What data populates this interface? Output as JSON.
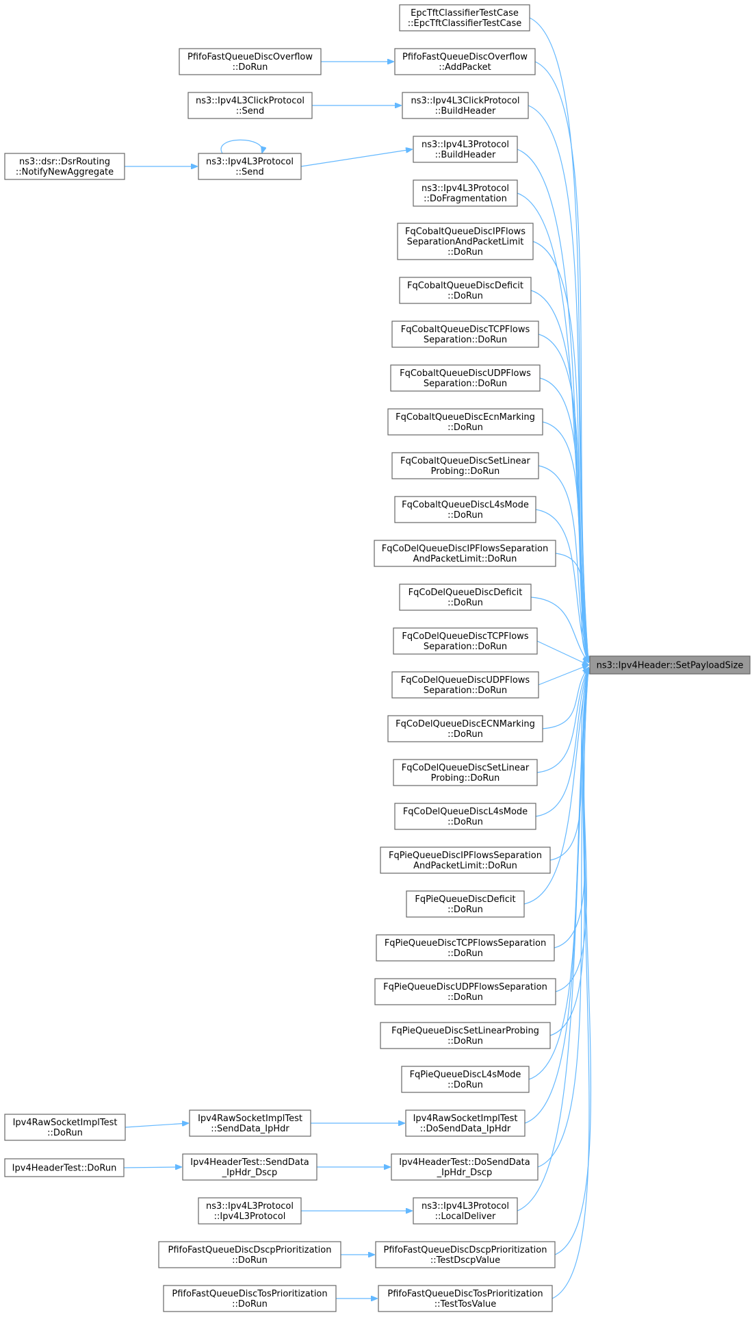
{
  "target": {
    "id": "target",
    "lines": [
      "ns3::Ipv4Header::SetPayloadSize"
    ]
  },
  "nodes": [
    {
      "id": "epc",
      "lines": [
        "EpcTftClassifierTestCase",
        "::EpcTftClassifierTestCase"
      ]
    },
    {
      "id": "pfovf_add",
      "lines": [
        "PfifoFastQueueDiscOverflow",
        "::AddPacket"
      ]
    },
    {
      "id": "pfovf_run",
      "lines": [
        "PfifoFastQueueDiscOverflow",
        "::DoRun"
      ]
    },
    {
      "id": "click_bh",
      "lines": [
        "ns3::Ipv4L3ClickProtocol",
        "::BuildHeader"
      ]
    },
    {
      "id": "click_send",
      "lines": [
        "ns3::Ipv4L3ClickProtocol",
        "::Send"
      ]
    },
    {
      "id": "l3_bh",
      "lines": [
        "ns3::Ipv4L3Protocol",
        "::BuildHeader"
      ]
    },
    {
      "id": "l3_send",
      "lines": [
        "ns3::Ipv4L3Protocol",
        "::Send"
      ]
    },
    {
      "id": "dsr",
      "lines": [
        "ns3::dsr::DsrRouting",
        "::NotifyNewAggregate"
      ]
    },
    {
      "id": "l3_frag",
      "lines": [
        "ns3::Ipv4L3Protocol",
        "::DoFragmentation"
      ]
    },
    {
      "id": "fqc_ipflows",
      "lines": [
        "FqCobaltQueueDiscIPFlows",
        "SeparationAndPacketLimit",
        "::DoRun"
      ]
    },
    {
      "id": "fqc_deficit",
      "lines": [
        "FqCobaltQueueDiscDeficit",
        "::DoRun"
      ]
    },
    {
      "id": "fqc_tcp",
      "lines": [
        "FqCobaltQueueDiscTCPFlows",
        "Separation::DoRun"
      ]
    },
    {
      "id": "fqc_udp",
      "lines": [
        "FqCobaltQueueDiscUDPFlows",
        "Separation::DoRun"
      ]
    },
    {
      "id": "fqc_ecn",
      "lines": [
        "FqCobaltQueueDiscEcnMarking",
        "::DoRun"
      ]
    },
    {
      "id": "fqc_linear",
      "lines": [
        "FqCobaltQueueDiscSetLinear",
        "Probing::DoRun"
      ]
    },
    {
      "id": "fqc_l4s",
      "lines": [
        "FqCobaltQueueDiscL4sMode",
        "::DoRun"
      ]
    },
    {
      "id": "fqd_ipflows",
      "lines": [
        "FqCoDelQueueDiscIPFlowsSeparation",
        "AndPacketLimit::DoRun"
      ]
    },
    {
      "id": "fqd_deficit",
      "lines": [
        "FqCoDelQueueDiscDeficit",
        "::DoRun"
      ]
    },
    {
      "id": "fqd_tcp",
      "lines": [
        "FqCoDelQueueDiscTCPFlows",
        "Separation::DoRun"
      ]
    },
    {
      "id": "fqd_udp",
      "lines": [
        "FqCoDelQueueDiscUDPFlows",
        "Separation::DoRun"
      ]
    },
    {
      "id": "fqd_ecn",
      "lines": [
        "FqCoDelQueueDiscECNMarking",
        "::DoRun"
      ]
    },
    {
      "id": "fqd_linear",
      "lines": [
        "FqCoDelQueueDiscSetLinear",
        "Probing::DoRun"
      ]
    },
    {
      "id": "fqd_l4s",
      "lines": [
        "FqCoDelQueueDiscL4sMode",
        "::DoRun"
      ]
    },
    {
      "id": "fqp_ipflows",
      "lines": [
        "FqPieQueueDiscIPFlowsSeparation",
        "AndPacketLimit::DoRun"
      ]
    },
    {
      "id": "fqp_deficit",
      "lines": [
        "FqPieQueueDiscDeficit",
        "::DoRun"
      ]
    },
    {
      "id": "fqp_tcp",
      "lines": [
        "FqPieQueueDiscTCPFlowsSeparation",
        "::DoRun"
      ]
    },
    {
      "id": "fqp_udp",
      "lines": [
        "FqPieQueueDiscUDPFlowsSeparation",
        "::DoRun"
      ]
    },
    {
      "id": "fqp_linear",
      "lines": [
        "FqPieQueueDiscSetLinearProbing",
        "::DoRun"
      ]
    },
    {
      "id": "fqp_l4s",
      "lines": [
        "FqPieQueueDiscL4sMode",
        "::DoRun"
      ]
    },
    {
      "id": "raw_dosend",
      "lines": [
        "Ipv4RawSocketImplTest",
        "::DoSendData_IpHdr"
      ]
    },
    {
      "id": "raw_send",
      "lines": [
        "Ipv4RawSocketImplTest",
        "::SendData_IpHdr"
      ]
    },
    {
      "id": "raw_run",
      "lines": [
        "Ipv4RawSocketImplTest",
        "::DoRun"
      ]
    },
    {
      "id": "hdr_dosend",
      "lines": [
        "Ipv4HeaderTest::DoSendData",
        "_IpHdr_Dscp"
      ]
    },
    {
      "id": "hdr_send",
      "lines": [
        "Ipv4HeaderTest::SendData",
        "_IpHdr_Dscp"
      ]
    },
    {
      "id": "hdr_run",
      "lines": [
        "Ipv4HeaderTest::DoRun"
      ]
    },
    {
      "id": "l3_local",
      "lines": [
        "ns3::Ipv4L3Protocol",
        "::LocalDeliver"
      ]
    },
    {
      "id": "l3_ctor",
      "lines": [
        "ns3::Ipv4L3Protocol",
        "::Ipv4L3Protocol"
      ]
    },
    {
      "id": "dscp_test",
      "lines": [
        "PfifoFastQueueDiscDscpPrioritization",
        "::TestDscpValue"
      ]
    },
    {
      "id": "dscp_run",
      "lines": [
        "PfifoFastQueueDiscDscpPrioritization",
        "::DoRun"
      ]
    },
    {
      "id": "tos_test",
      "lines": [
        "PfifoFastQueueDiscTosPrioritization",
        "::TestTosValue"
      ]
    },
    {
      "id": "tos_run",
      "lines": [
        "PfifoFastQueueDiscTosPrioritization",
        "::DoRun"
      ]
    }
  ],
  "edges": [
    [
      "epc",
      "target"
    ],
    [
      "pfovf_add",
      "target"
    ],
    [
      "pfovf_run",
      "pfovf_add"
    ],
    [
      "click_bh",
      "target"
    ],
    [
      "click_send",
      "click_bh"
    ],
    [
      "l3_bh",
      "target"
    ],
    [
      "l3_send",
      "l3_bh"
    ],
    [
      "l3_send",
      "l3_send"
    ],
    [
      "dsr",
      "l3_send"
    ],
    [
      "l3_frag",
      "target"
    ],
    [
      "fqc_ipflows",
      "target"
    ],
    [
      "fqc_deficit",
      "target"
    ],
    [
      "fqc_tcp",
      "target"
    ],
    [
      "fqc_udp",
      "target"
    ],
    [
      "fqc_ecn",
      "target"
    ],
    [
      "fqc_linear",
      "target"
    ],
    [
      "fqc_l4s",
      "target"
    ],
    [
      "fqd_ipflows",
      "target"
    ],
    [
      "fqd_deficit",
      "target"
    ],
    [
      "fqd_tcp",
      "target"
    ],
    [
      "fqd_udp",
      "target"
    ],
    [
      "fqd_ecn",
      "target"
    ],
    [
      "fqd_linear",
      "target"
    ],
    [
      "fqd_l4s",
      "target"
    ],
    [
      "fqp_ipflows",
      "target"
    ],
    [
      "fqp_deficit",
      "target"
    ],
    [
      "fqp_tcp",
      "target"
    ],
    [
      "fqp_udp",
      "target"
    ],
    [
      "fqp_linear",
      "target"
    ],
    [
      "fqp_l4s",
      "target"
    ],
    [
      "raw_dosend",
      "target"
    ],
    [
      "raw_send",
      "raw_dosend"
    ],
    [
      "raw_run",
      "raw_send"
    ],
    [
      "hdr_dosend",
      "target"
    ],
    [
      "hdr_send",
      "hdr_dosend"
    ],
    [
      "hdr_run",
      "hdr_send"
    ],
    [
      "l3_local",
      "target"
    ],
    [
      "l3_ctor",
      "l3_local"
    ],
    [
      "dscp_test",
      "target"
    ],
    [
      "dscp_run",
      "dscp_test"
    ],
    [
      "tos_test",
      "target"
    ],
    [
      "tos_run",
      "tos_test"
    ]
  ],
  "colors": {
    "edge": "#63b8ff",
    "target_fill": "#999999",
    "node_border": "#666666"
  }
}
